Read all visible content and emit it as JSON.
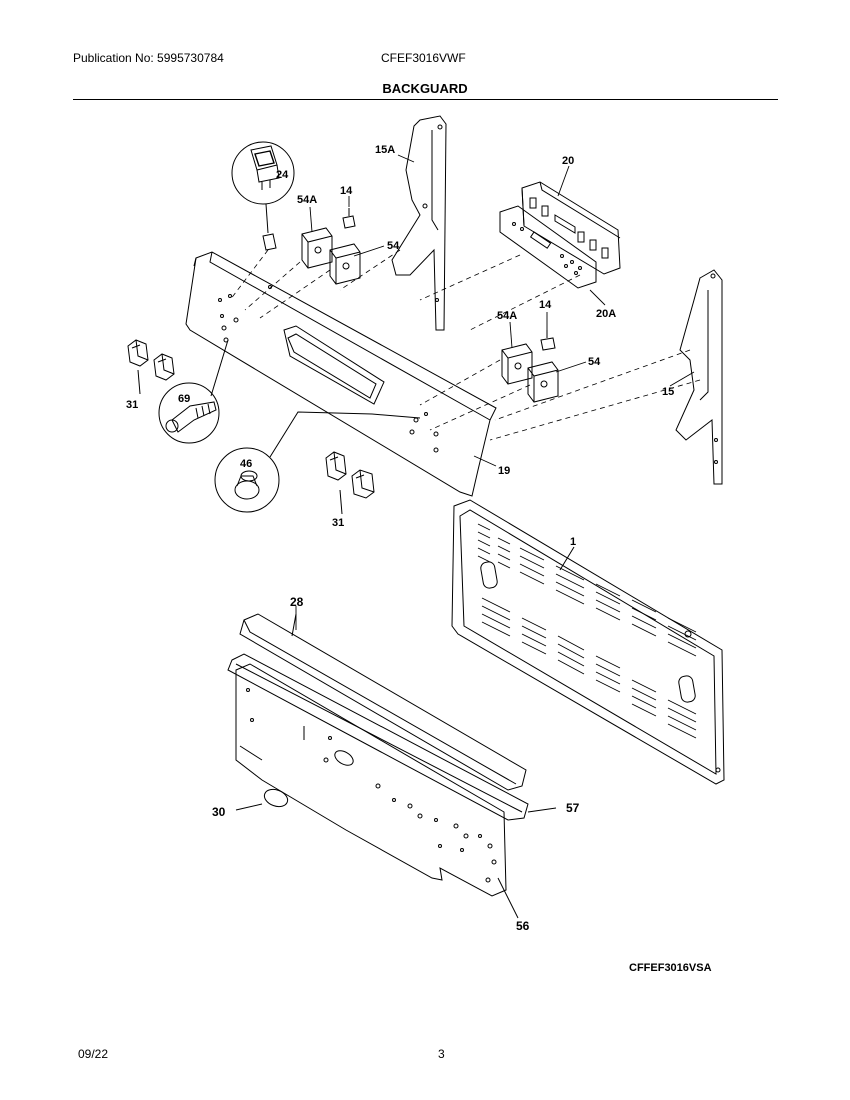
{
  "header": {
    "publication": "Publication No: 5995730784",
    "model": "CFEF3016VWF",
    "title": "BACKGUARD"
  },
  "callouts": {
    "c24": "24",
    "c15A": "15A",
    "c14a": "14",
    "c54Aa": "54A",
    "c54a": "54",
    "c20": "20",
    "c20A": "20A",
    "c54Ab": "54A",
    "c14b": "14",
    "c54b": "54",
    "c15": "15",
    "c31a": "31",
    "c69": "69",
    "c46": "46",
    "c19": "19",
    "c31b": "31",
    "c1": "1",
    "c28": "28",
    "c30": "30",
    "c57": "57",
    "c56": "56"
  },
  "diagram_code": "CFFEF3016VSA",
  "footer": {
    "date": "09/22",
    "page": "3"
  }
}
